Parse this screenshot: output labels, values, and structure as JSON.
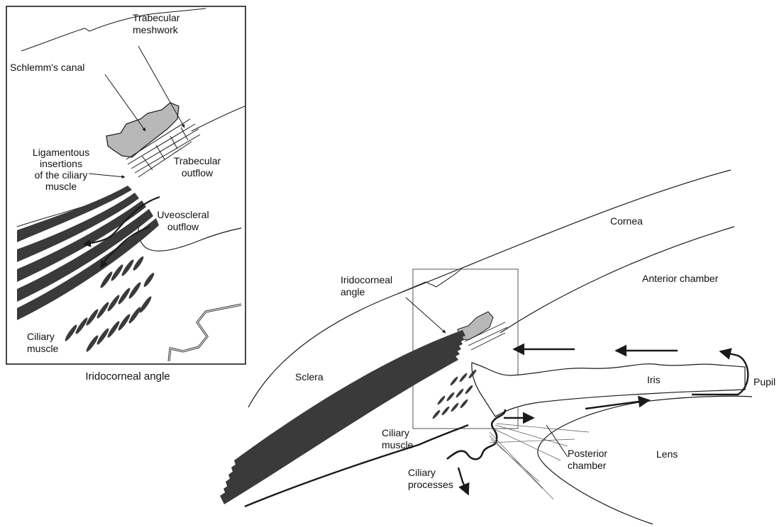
{
  "colors": {
    "ink": "#1a1a1a",
    "muscle": "#3a3a3a",
    "canal_fill": "#b8b8b8",
    "background": "#ffffff"
  },
  "inset": {
    "caption": "Iridocorneal angle",
    "labels": {
      "trabecular_meshwork": [
        "Trabecular",
        "meshwork"
      ],
      "schlemms_canal": [
        "Schlemm's canal"
      ],
      "ligamentous_insertions": [
        "Ligamentous",
        "insertions",
        "of the ciliary",
        "muscle"
      ],
      "trabecular_outflow": [
        "Trabecular",
        "outflow"
      ],
      "uveoscleral_outflow": [
        "Uveoscleral",
        "outflow"
      ],
      "ciliary_muscle": [
        "Ciliary",
        "muscle"
      ]
    }
  },
  "main": {
    "labels": {
      "cornea": [
        "Cornea"
      ],
      "anterior_chamber": [
        "Anterior chamber"
      ],
      "iridocorneal_angle": [
        "Iridocorneal",
        "angle"
      ],
      "sclera": [
        "Sclera"
      ],
      "iris": [
        "Iris"
      ],
      "pupil": [
        "Pupil"
      ],
      "ciliary_muscle": [
        "Ciliary",
        "muscle"
      ],
      "ciliary_processes": [
        "Ciliary",
        "processes"
      ],
      "posterior_chamber": [
        "Posterior",
        "chamber"
      ],
      "lens": [
        "Lens"
      ]
    }
  }
}
